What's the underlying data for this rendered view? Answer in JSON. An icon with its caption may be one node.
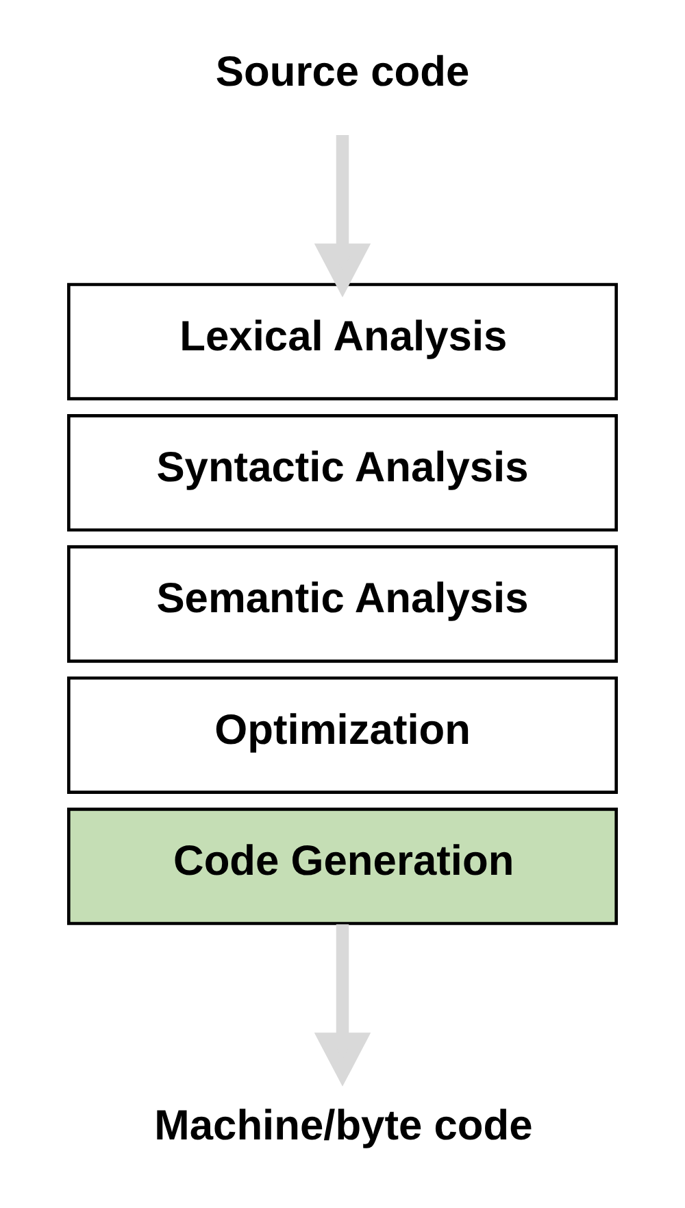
{
  "diagram": {
    "nodes": [
      {
        "text": [
          "Source code"
        ]
      },
      {
        "text": [
          "Lexical Analysis"
        ]
      },
      {
        "text": [
          "Syntactic Analysis"
        ]
      },
      {
        "text": [
          "Semantic Analysis"
        ]
      },
      {
        "text": [
          "Optimization"
        ]
      },
      {
        "text": [
          "Code Generation"
        ]
      },
      {
        "text": [
          "Machine/byte code"
        ]
      }
    ],
    "edges": [
      {
        "from": 0,
        "to": 1,
        "arrow": "to",
        "color": "#d9d9d9"
      },
      {
        "from": 5,
        "to": 6,
        "arrow": "to",
        "color": "#d9d9d9"
      }
    ]
  }
}
